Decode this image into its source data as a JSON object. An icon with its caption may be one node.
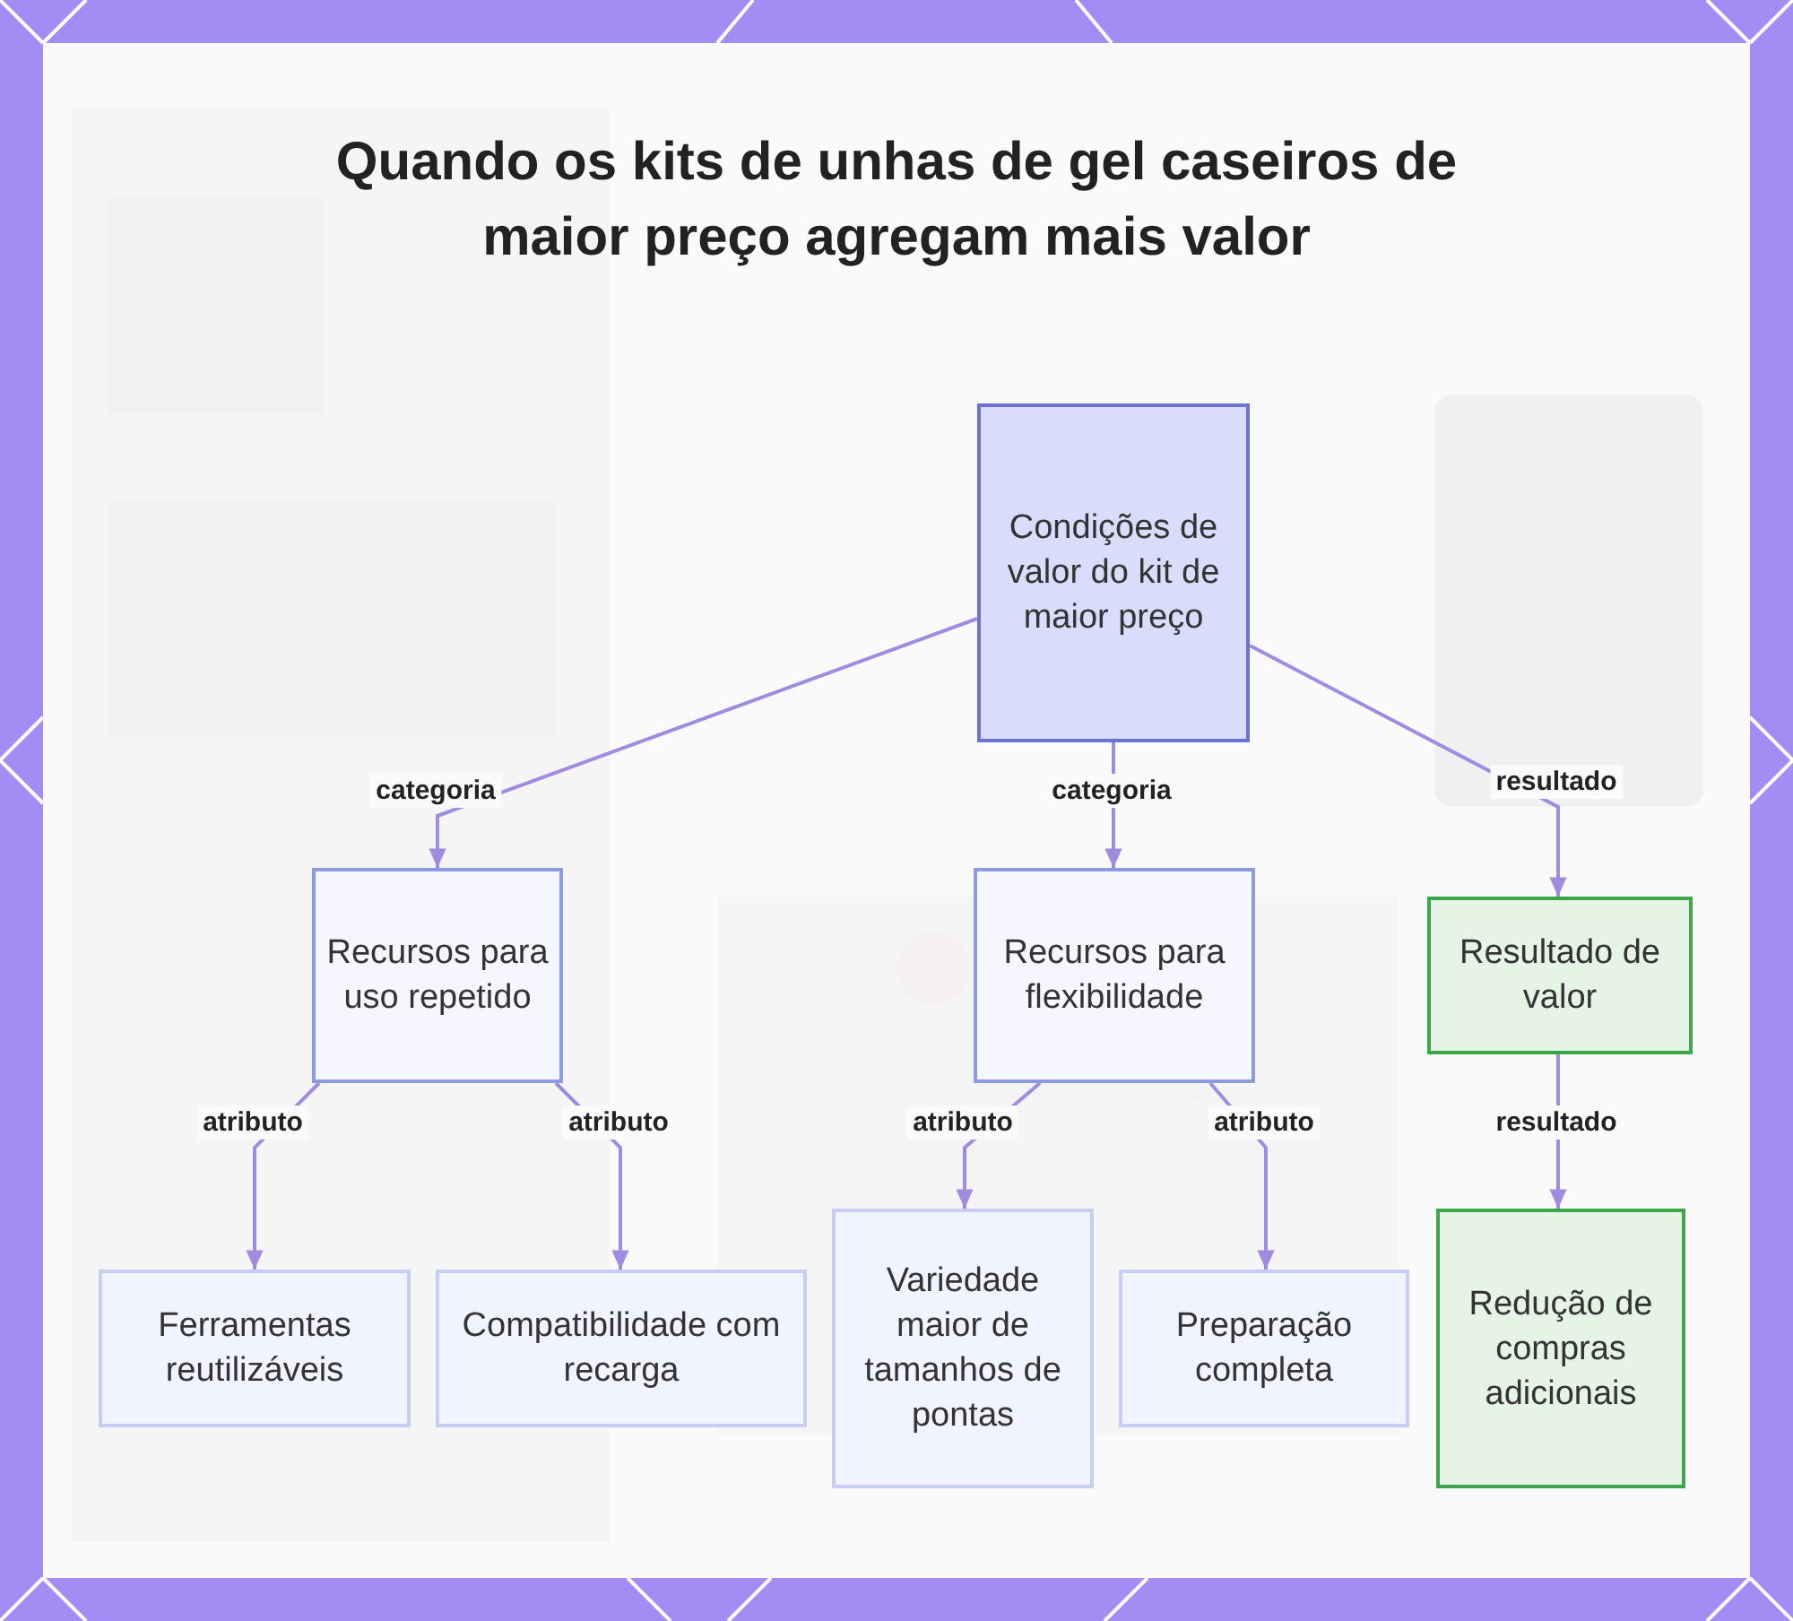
{
  "diagram": {
    "title": "Quando os kits de unhas de gel caseiros de maior preço agregam mais valor",
    "nodes": [
      {
        "text": [
          "Condições de valor do kit de maior preço"
        ]
      },
      {
        "text": [
          "Recursos para uso repetido"
        ]
      },
      {
        "text": [
          "Recursos para flexibilidade"
        ]
      },
      {
        "text": [
          "Resultado de valor"
        ]
      },
      {
        "text": [
          "Ferramentas reutilizáveis"
        ]
      },
      {
        "text": [
          "Compatibilidade com recarga"
        ]
      },
      {
        "text": [
          "Variedade maior de tamanhos de pontas"
        ]
      },
      {
        "text": [
          "Preparação completa"
        ]
      },
      {
        "text": [
          "Redução de compras adicionais"
        ]
      }
    ],
    "edges": [
      {
        "from": 0,
        "to": 1,
        "arrow": "to",
        "label": "categoria"
      },
      {
        "from": 0,
        "to": 2,
        "arrow": "to",
        "label": "categoria"
      },
      {
        "from": 0,
        "to": 3,
        "arrow": "to",
        "label": "resultado"
      },
      {
        "from": 1,
        "to": 4,
        "arrow": "to",
        "label": "atributo"
      },
      {
        "from": 1,
        "to": 5,
        "arrow": "to",
        "label": "atributo"
      },
      {
        "from": 2,
        "to": 6,
        "arrow": "to",
        "label": "atributo"
      },
      {
        "from": 2,
        "to": 7,
        "arrow": "to",
        "label": "atributo"
      },
      {
        "from": 3,
        "to": 8,
        "arrow": "to",
        "label": "resultado"
      }
    ]
  }
}
